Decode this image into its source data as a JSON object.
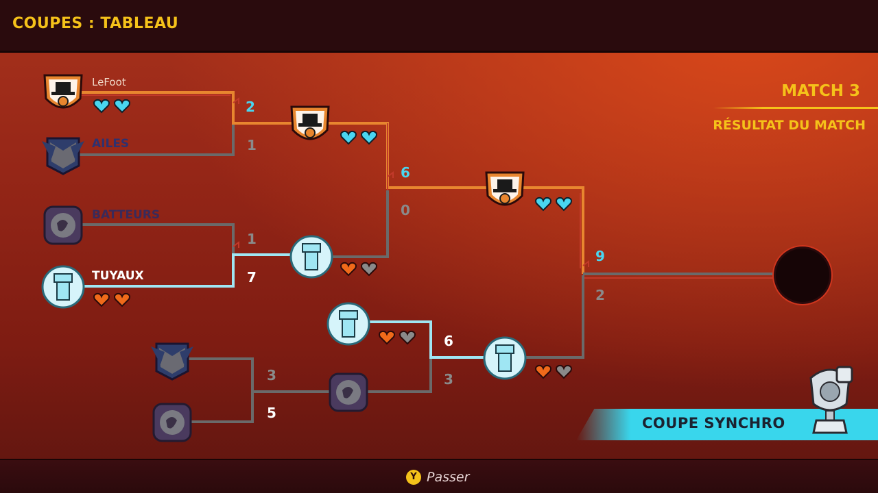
{
  "header": {
    "title": "COUPES : TABLEAU"
  },
  "side": {
    "match_label": "MATCH 3",
    "result_label": "RÉSULTAT DU MATCH"
  },
  "cup": {
    "name": "COUPE SYNCHRO",
    "icon": "trophy-icon"
  },
  "footer": {
    "button_glyph": "Y",
    "skip_label": "Passer"
  },
  "colors": {
    "accent_yellow": "#f5c21a",
    "cyan": "#49d6f0",
    "orange_team": "#e8862f",
    "heart_orange": "#f06a1a",
    "heart_grey": "#9a9a9a",
    "line_grey": "#6a6a6a",
    "line_red": "#c23a2a"
  },
  "teams": {
    "lefoot": {
      "name": "LeFoot",
      "emblem": "tophat-crest-icon",
      "hearts_full": 2,
      "hearts_total": 2
    },
    "ailes": {
      "name": "AILES",
      "emblem": "wings-crest-icon"
    },
    "batteurs": {
      "name": "BATTEURS",
      "emblem": "egg-crest-icon"
    },
    "tuyaux": {
      "name": "TUYAUX",
      "emblem": "pipe-crest-icon",
      "hearts_full": 2,
      "hearts_total": 2
    }
  },
  "bracket": {
    "round1": [
      {
        "top_score": "2",
        "bottom_score": "1"
      },
      {
        "top_score": "1",
        "bottom_score": "7"
      },
      {
        "top_score": "3",
        "bottom_score": "5"
      }
    ],
    "round2": [
      {
        "top_score": "6",
        "bottom_score": "0",
        "top_hearts": 2,
        "bottom_hearts": 1
      },
      {
        "top_score": "6",
        "bottom_score": "3",
        "top_hearts": 1
      }
    ],
    "round3": [
      {
        "top_score": "9",
        "bottom_score": "2",
        "top_hearts": 2,
        "bottom_hearts": 1
      }
    ]
  }
}
